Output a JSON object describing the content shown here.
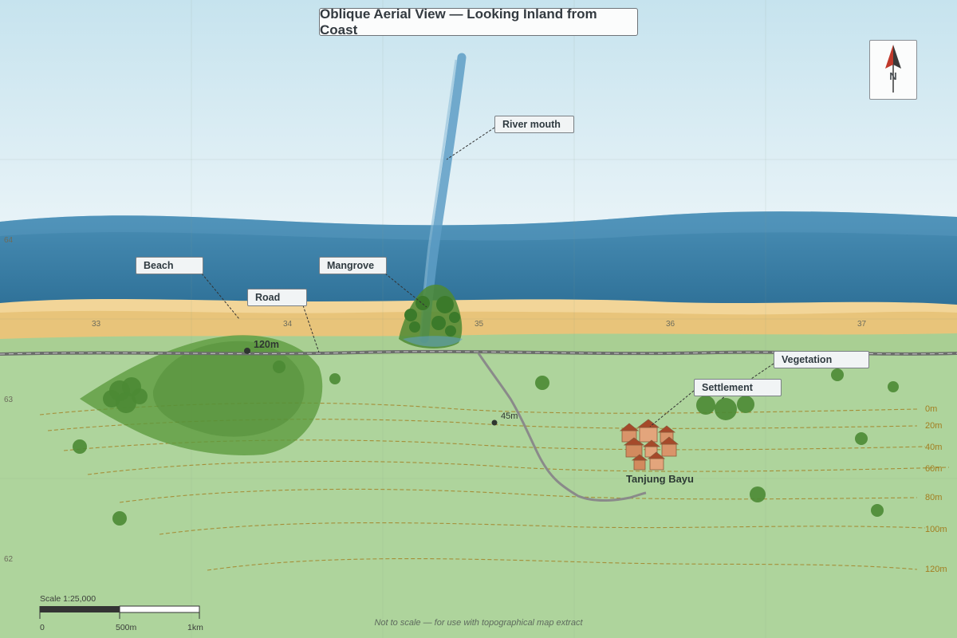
{
  "title": "Oblique Aerial View — Looking Inland from Coast",
  "callouts": {
    "river_mouth": "River mouth",
    "beach": "Beach",
    "mangrove": "Mangrove",
    "road": "Road",
    "vegetation": "Vegetation",
    "settlement": "Settlement"
  },
  "grid": {
    "eastings": [
      "33",
      "34",
      "35",
      "36",
      "37"
    ],
    "northings": [
      "64",
      "63",
      "62"
    ]
  },
  "contours": [
    "0m",
    "20m",
    "40m",
    "60m",
    "80m",
    "100m",
    "120m"
  ],
  "spot_heights": [
    "120m",
    "45m"
  ],
  "settlement_name": "Tanjung Bayu",
  "north_arrow": "N",
  "scale": {
    "title": "Scale 1:25,000",
    "ticks": [
      "0",
      "500m",
      "1km"
    ]
  },
  "footnote": "Not to scale — for use with topographical map extract",
  "colors": {
    "sky_top": "#cde6ef",
    "sea": "#3d84ab",
    "beach": "#ecc986",
    "land": "#aed49c",
    "vegetation": "#5c9a3e",
    "contour": "#a37d1f",
    "road": "#6b6d6b",
    "river": "#5e9ec6",
    "building": "#d9946a",
    "roof": "#a5492a"
  }
}
